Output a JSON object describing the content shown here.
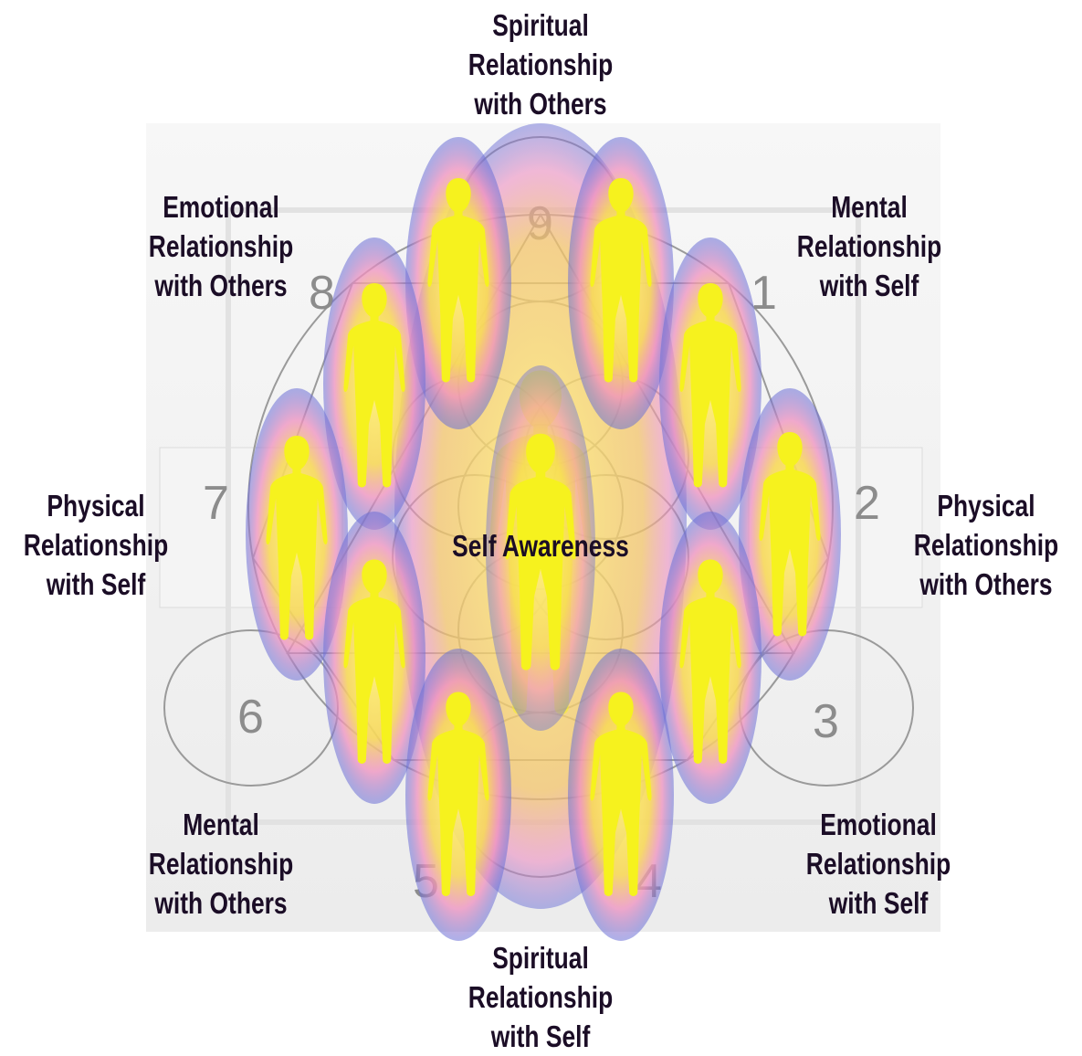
{
  "colors": {
    "label": "#1b0d26",
    "body_fill": "#f6f21e",
    "aura_outer": "#6a6fd6",
    "aura_inner": "#f08bc0",
    "lines": "#9a9a9a",
    "numbers": "#8c8c8c"
  },
  "center_label": "Self Awareness",
  "labels": {
    "top": [
      "Spiritual",
      "Relationship",
      "with Others"
    ],
    "upper_left": [
      "Emotional",
      "Relationship",
      "with Others"
    ],
    "upper_right": [
      "Mental",
      "Relationship",
      "with Self"
    ],
    "left": [
      "Physical",
      "Relationship",
      "with Self"
    ],
    "right": [
      "Physical",
      "Relationship",
      "with Others"
    ],
    "lower_left": [
      "Mental",
      "Relationship",
      "with Others"
    ],
    "lower_right": [
      "Emotional",
      "Relationship",
      "with Self"
    ],
    "bottom": [
      "Spiritual",
      "Relationship",
      "with Self"
    ]
  },
  "numbers": [
    "9",
    "1",
    "2",
    "3",
    "4",
    "5",
    "6",
    "7",
    "8"
  ]
}
